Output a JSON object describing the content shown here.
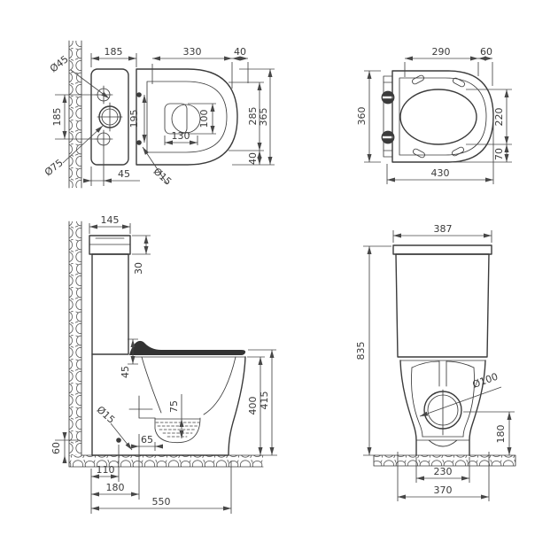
{
  "drawing": {
    "background": "#ffffff",
    "line_color": "#3b3b3b",
    "dim_color": "#474747",
    "text_color": "#3a3a3a",
    "views": {
      "plan": {
        "labels": {
          "tank_width": "185",
          "bowl_length": "330",
          "front_gap": "40",
          "inlet_dia": "Ø45",
          "inlet_span": "185",
          "drain_dia": "Ø75",
          "hole_offset": "45",
          "fixing_dia": "Ø15",
          "fixing_span": "195",
          "opening_width": "130",
          "opening_depth": "100",
          "inner_depth": "285",
          "overall_depth": "365",
          "rear_gap": "40"
        }
      },
      "seat": {
        "labels": {
          "opening_length": "290",
          "hinge_gap": "60",
          "overall_width": "360",
          "opening_depth": "220",
          "front_gap": "70",
          "overall_length": "430"
        }
      },
      "side": {
        "labels": {
          "tank_depth": "145",
          "lid_height": "30",
          "seat_rise": "45",
          "water_depth": "75",
          "trap_offset": "65",
          "fixing_dia": "Ø15",
          "flange_height": "60",
          "fixing_offset": "110",
          "trap_distance": "180",
          "overall_depth": "550",
          "rim_height": "400",
          "seat_height": "415"
        }
      },
      "front": {
        "labels": {
          "tank_width": "387",
          "overall_height": "835",
          "outlet_dia": "Ø100",
          "outlet_height": "180",
          "foot_width": "230",
          "base_width": "370"
        }
      }
    }
  }
}
